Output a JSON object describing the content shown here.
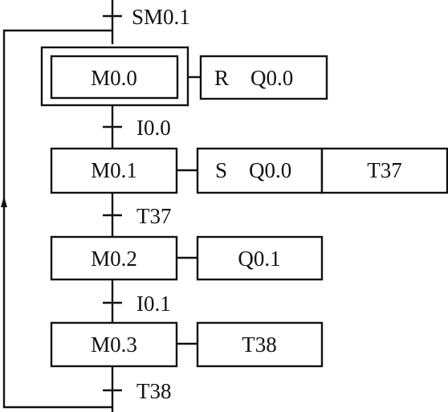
{
  "diagram": {
    "initial_transition": "SM0.1",
    "steps": [
      {
        "id": "M0.0",
        "actions": [
          "R    Q0.0"
        ]
      },
      {
        "id": "M0.1",
        "actions": [
          "S    Q0.0",
          "T37"
        ]
      },
      {
        "id": "M0.2",
        "actions": [
          "Q0.1"
        ]
      },
      {
        "id": "M0.3",
        "actions": [
          "T38"
        ]
      }
    ],
    "transitions": [
      "I0.0",
      "T37",
      "I0.1",
      "T38"
    ]
  }
}
